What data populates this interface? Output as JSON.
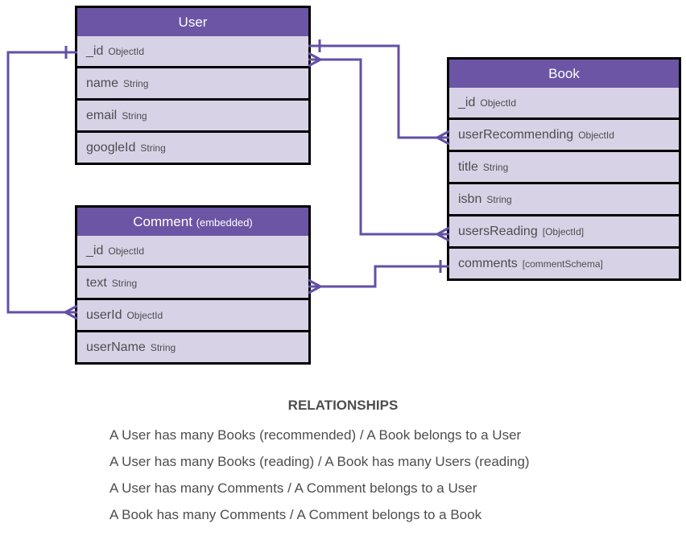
{
  "colors": {
    "entity_header": "#6b55a4",
    "entity_row": "#d8d2e7",
    "connector": "#6350a5",
    "border": "#000000",
    "text": "#4d4d4d",
    "header_text": "#ffffff"
  },
  "diagram": {
    "entities": [
      {
        "id": "user",
        "title": "User",
        "title_suffix": "",
        "fields": [
          {
            "name": "_id",
            "type": "ObjectId"
          },
          {
            "name": "name",
            "type": "String"
          },
          {
            "name": "email",
            "type": "String"
          },
          {
            "name": "googleId",
            "type": "String"
          }
        ]
      },
      {
        "id": "book",
        "title": "Book",
        "title_suffix": "",
        "fields": [
          {
            "name": "_id",
            "type": "ObjectId"
          },
          {
            "name": "userRecommending",
            "type": "ObjectId"
          },
          {
            "name": "title",
            "type": "String"
          },
          {
            "name": "isbn",
            "type": "String"
          },
          {
            "name": "usersReading",
            "type": "[ObjectId]"
          },
          {
            "name": "comments",
            "type": "[commentSchema]"
          }
        ]
      },
      {
        "id": "comment",
        "title": "Comment",
        "title_suffix": "(embedded)",
        "fields": [
          {
            "name": "_id",
            "type": "ObjectId"
          },
          {
            "name": "text",
            "type": "String"
          },
          {
            "name": "userId",
            "type": "ObjectId"
          },
          {
            "name": "userName",
            "type": "String"
          }
        ]
      }
    ],
    "connectors": [
      {
        "from": "User._id",
        "from_cardinality": "one",
        "to": "Book.userRecommending",
        "to_cardinality": "many"
      },
      {
        "from": "User._id",
        "from_cardinality": "many",
        "to": "Book.usersReading",
        "to_cardinality": "many"
      },
      {
        "from": "Book.comments",
        "from_cardinality": "one",
        "to": "Comment.text",
        "to_cardinality": "many"
      },
      {
        "from": "User._id",
        "from_cardinality": "one",
        "to": "Comment.userId",
        "to_cardinality": "many"
      }
    ]
  },
  "relationships": {
    "heading": "RELATIONSHIPS",
    "lines": [
      "A User has many Books (recommended) / A Book belongs to a User",
      "A User has many Books (reading) / A Book has many Users (reading)",
      "A User has many Comments / A Comment belongs to a User",
      "A Book has many Comments / A Comment belongs to a Book"
    ]
  }
}
